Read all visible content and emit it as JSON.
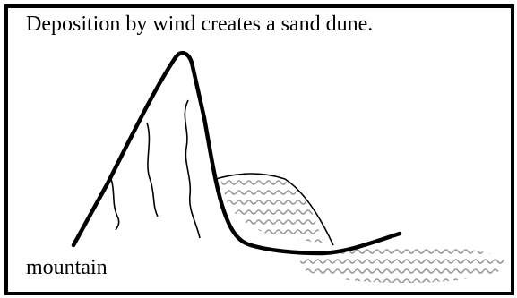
{
  "caption": "Deposition by wind creates a sand dune.",
  "labels": {
    "mountain": "mountain"
  },
  "colors": {
    "border": "#000000",
    "background": "#ffffff",
    "outline": "#000000",
    "sand_pattern": "#9a9a9a"
  },
  "icons": {
    "mountain": "mountain-outline",
    "dune": "sand-dune",
    "sand_patch": "wavy-sand-pattern"
  }
}
